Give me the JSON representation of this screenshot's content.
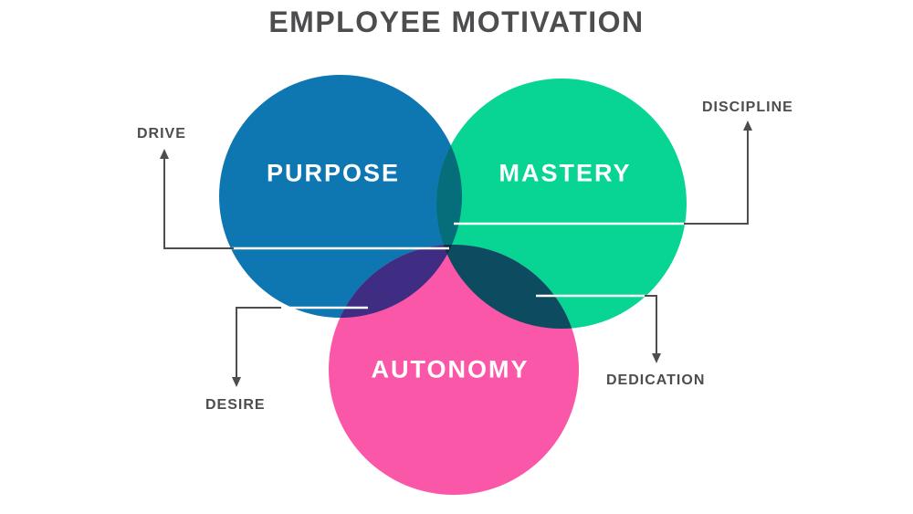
{
  "title": "EMPLOYEE MOTIVATION",
  "venn": {
    "circles": [
      {
        "id": "purpose",
        "label": "PURPOSE",
        "color": "#0e76b1"
      },
      {
        "id": "mastery",
        "label": "MASTERY",
        "color": "#08d493"
      },
      {
        "id": "autonomy",
        "label": "AUTONOMY",
        "color": "#fb57a8"
      }
    ],
    "overlaps": {
      "purpose_mastery": "#056e7a",
      "purpose_autonomy": "#3f2d84",
      "mastery_autonomy": "#0d4c60",
      "center": "#102a40"
    }
  },
  "callouts": [
    {
      "id": "drive",
      "label": "DRIVE",
      "arrow_direction": "up"
    },
    {
      "id": "discipline",
      "label": "DISCIPLINE",
      "arrow_direction": "up"
    },
    {
      "id": "desire",
      "label": "DESIRE",
      "arrow_direction": "down"
    },
    {
      "id": "dedication",
      "label": "DEDICATION",
      "arrow_direction": "down"
    }
  ],
  "colors": {
    "background": "#ffffff",
    "title_text": "#4d4d4f",
    "callout_text": "#4d4d4f",
    "connector": "#4d4d4f",
    "line_over_circles": "#ffffff",
    "circle_label_text": "#ffffff"
  }
}
